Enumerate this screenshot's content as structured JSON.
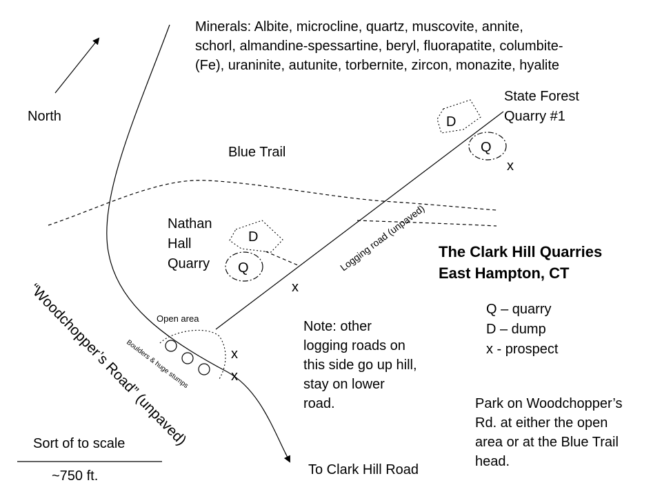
{
  "minerals": {
    "line1": "Minerals:  Albite, microcline, quartz, muscovite, annite,",
    "line2": "schorl, almandine-spessartine, beryl, fluorapatite, columbite-",
    "line3": "(Fe), uraninite, autunite, torbernite, zircon, monazite, hyalite"
  },
  "north_label": "North",
  "blue_trail_label": "Blue Trail",
  "state_forest": {
    "line1": "State Forest",
    "line2": "Quarry #1"
  },
  "nathan_hall": {
    "line1": "Nathan",
    "line2": "Hall",
    "line3": "Quarry"
  },
  "symbols": {
    "dump": "D",
    "quarry": "Q",
    "prospect": "x"
  },
  "logging_road_label": "Logging road (unpaved)",
  "title": {
    "line1": "The Clark Hill Quarries",
    "line2": "East Hampton, CT"
  },
  "legend": {
    "quarry": "Q – quarry",
    "dump": "D – dump",
    "prospect": "x - prospect"
  },
  "woodchopper_label": "“Woodchopper’s Road” (unpaved)",
  "open_area_label": "Open area",
  "boulders_label": "Boulders & huge stumps",
  "note": {
    "line1": "Note: other",
    "line2": "logging roads on",
    "line3": "this side go up hill,",
    "line4": "stay on lower",
    "line5": "road."
  },
  "park": {
    "line1": "Park on Woodchopper’s",
    "line2": "Rd. at either the open",
    "line3": "area or at the Blue Trail",
    "line4": "head."
  },
  "to_clark_hill": "To Clark Hill Road",
  "scale": {
    "label": "Sort of to scale",
    "distance": "~750 ft."
  }
}
